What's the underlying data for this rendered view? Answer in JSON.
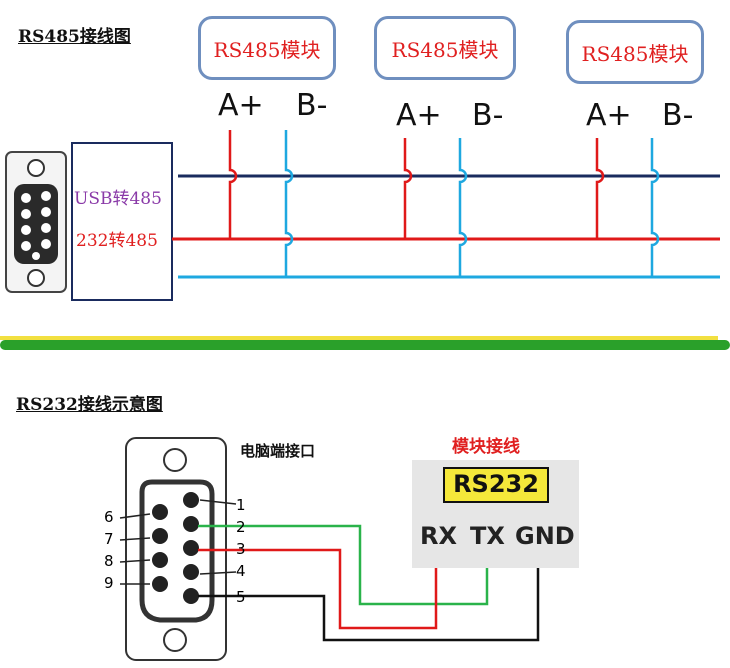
{
  "rs485": {
    "title": "RS485接线图",
    "converter_line1": "USB转485",
    "converter_line2": "232转485",
    "modules": [
      {
        "label": "RS485模块",
        "pin_a": "A+",
        "pin_b": "B-"
      },
      {
        "label": "RS485模块",
        "pin_a": "A+",
        "pin_b": "B-"
      },
      {
        "label": "RS485模块",
        "pin_a": "A+",
        "pin_b": "B-"
      }
    ]
  },
  "rs232": {
    "title": "RS232接线示意图",
    "pc_port_label": "电脑端接口",
    "module_wiring_label": "模块接线",
    "module_badge": "RS232",
    "module_pins": [
      "RX",
      "TX",
      "GND"
    ],
    "db9_pins_left": [
      "6",
      "7",
      "8",
      "9"
    ],
    "db9_pins_right": [
      "1",
      "2",
      "3",
      "4",
      "5"
    ]
  },
  "colors": {
    "bus_navy": "#1a2b5e",
    "bus_red": "#e01919",
    "bus_cyan": "#1ea8e0",
    "module_border": "#6f8fbf",
    "divider_green": "#2aa02a",
    "divider_yellow": "#f2e040",
    "badge_yellow": "#f5e83a",
    "wire_green": "#2ab34a",
    "wire_red": "#e01919",
    "wire_black": "#111111"
  }
}
